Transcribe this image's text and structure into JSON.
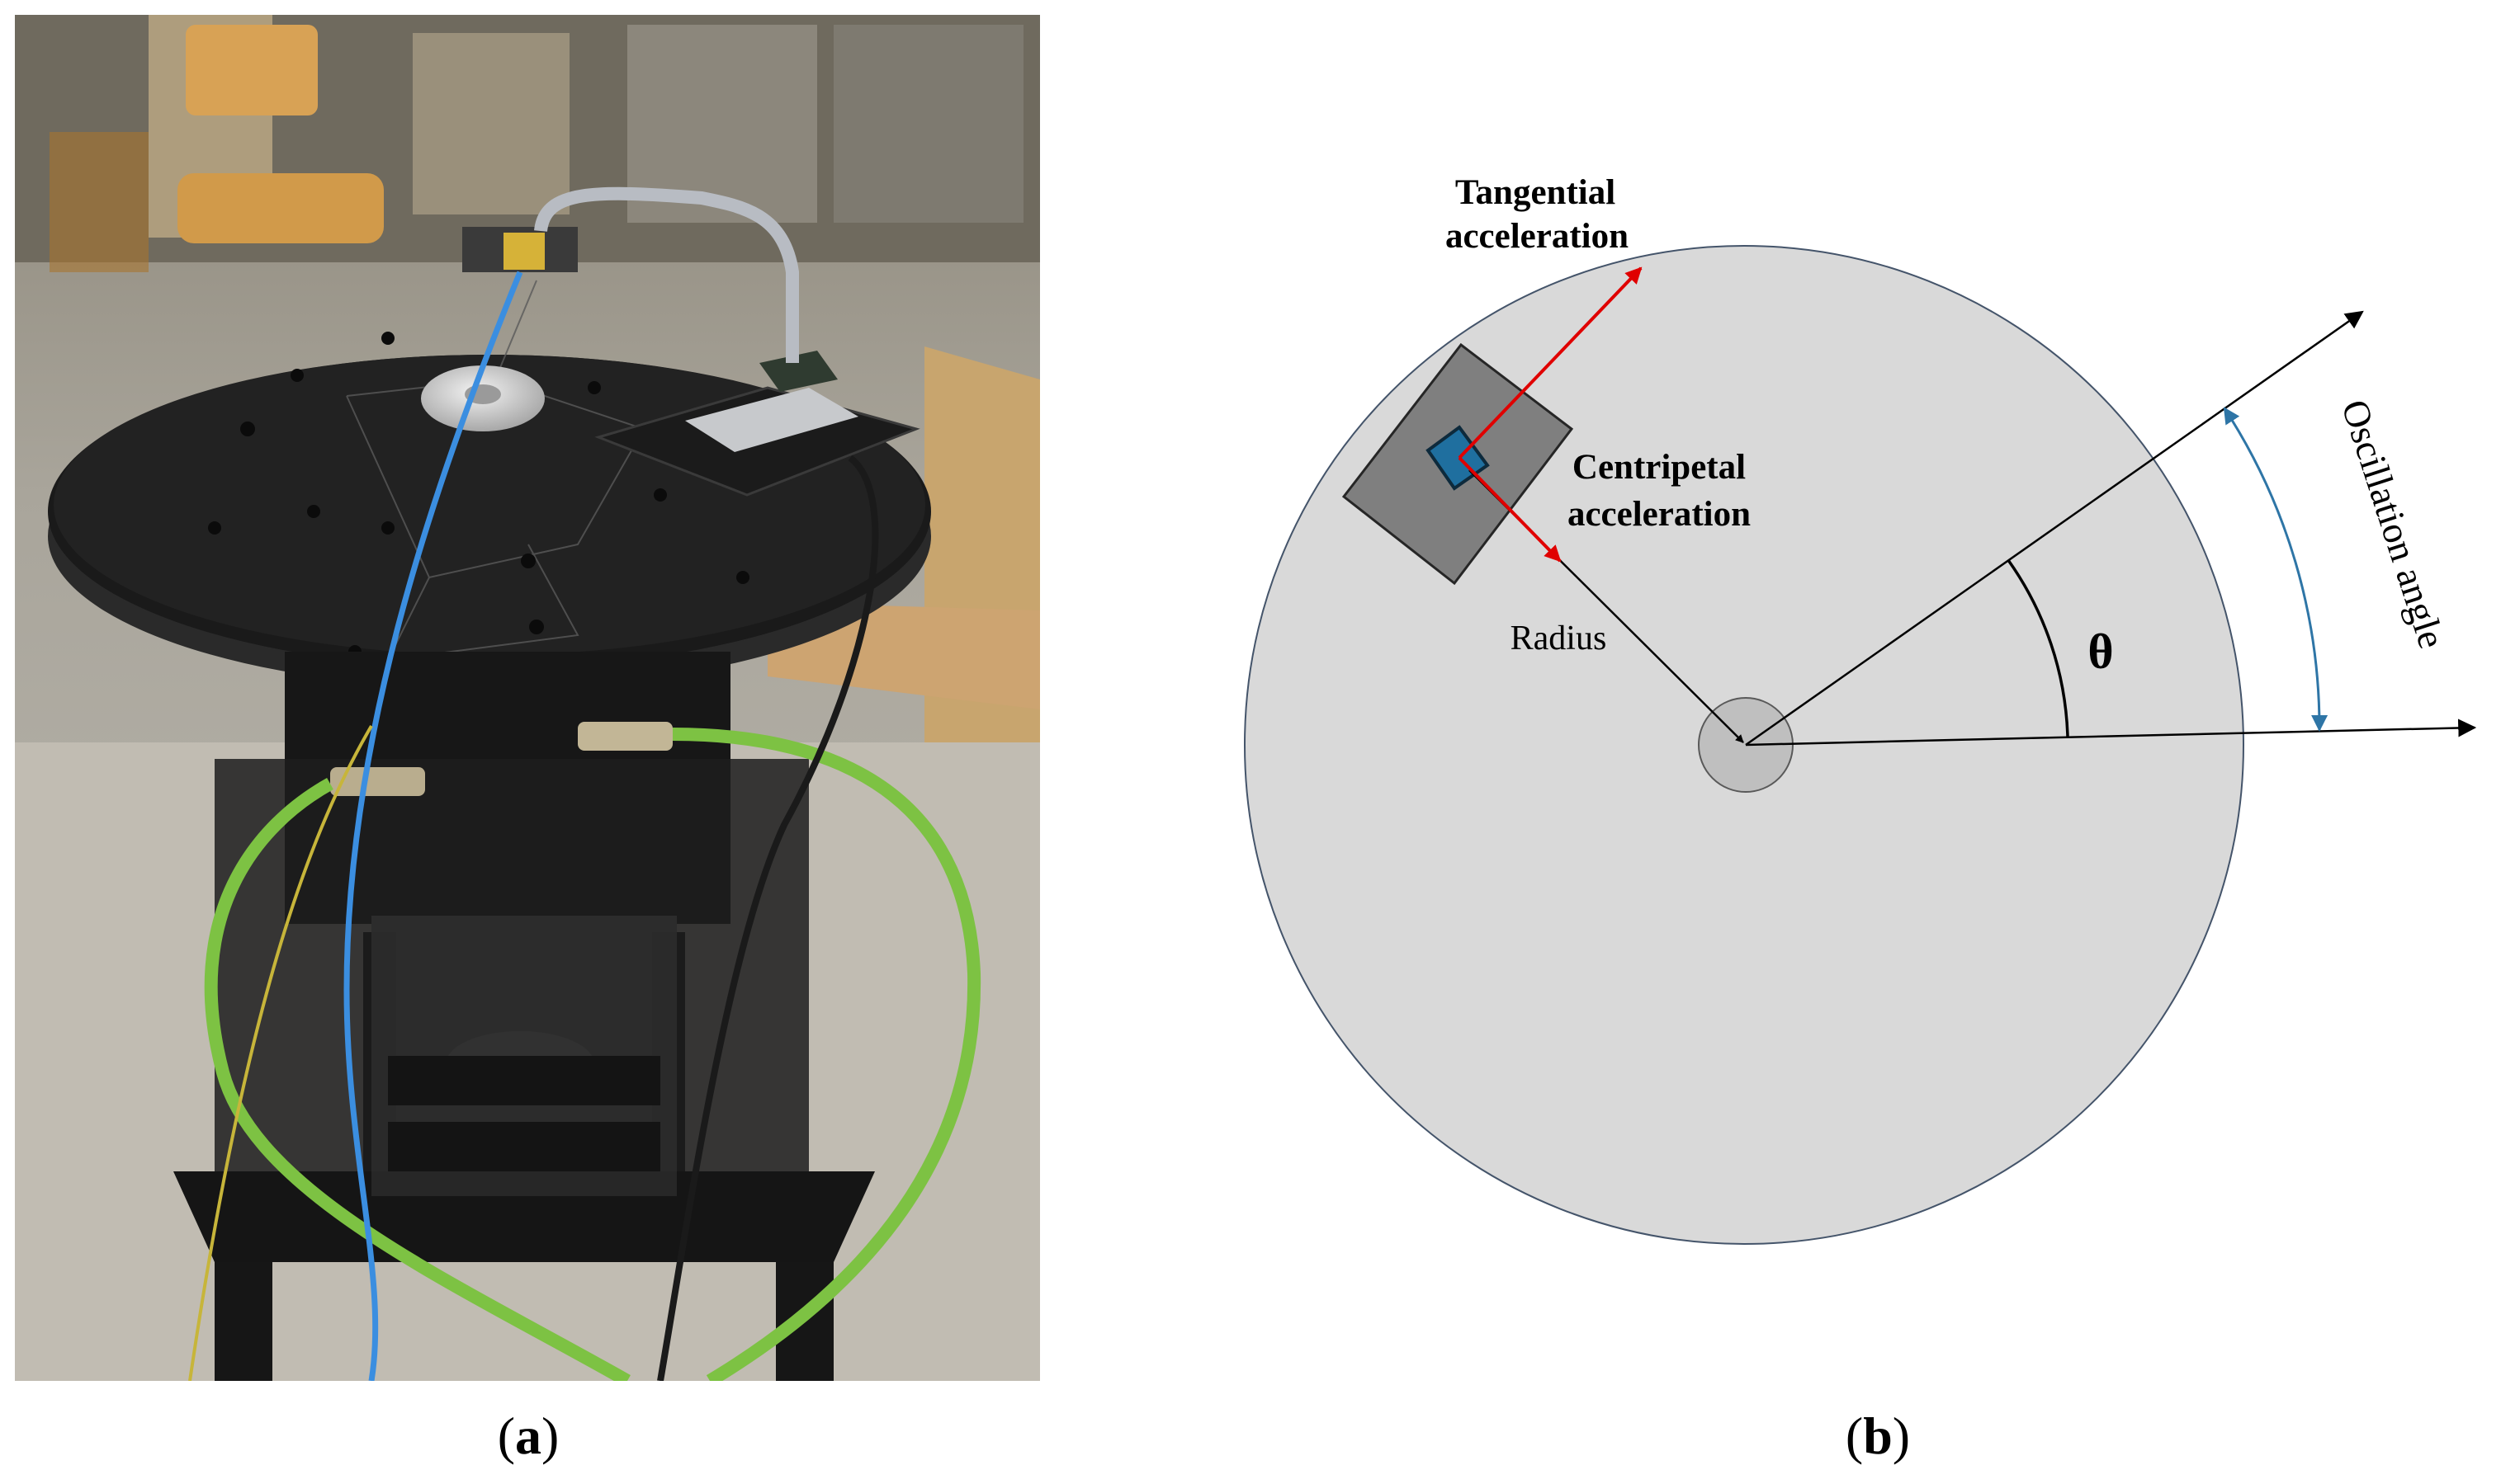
{
  "panels": {
    "a": {
      "caption_open": "(",
      "caption_letter": "a",
      "caption_close": ")"
    },
    "b": {
      "caption_open": "(",
      "caption_letter": "b",
      "caption_close": ")"
    }
  },
  "diagram": {
    "tangential_line1": "Tangential",
    "tangential_line2": "acceleration",
    "centripetal_line1": "Centripetal",
    "centripetal_line2": "acceleration",
    "radius_label": "Radius",
    "theta_label": "θ",
    "oscillation_label": "Oscillation  angle"
  },
  "colors": {
    "disc_fill": "#d9d9d9",
    "disc_stroke": "#44546a",
    "sensor_board": "#7f7f7f",
    "sensor_chip": "#1f6f9f",
    "acceleration_arrow": "#e00000",
    "oscillation_arrow": "#2e75a6",
    "line": "#000000"
  }
}
